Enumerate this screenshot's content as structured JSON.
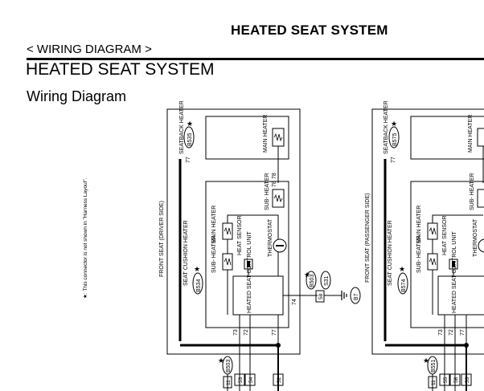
{
  "header": {
    "page_header": "HEATED SEAT SYSTEM",
    "breadcrumb": "< WIRING DIAGRAM >",
    "section_title": "HEATED SEAT SYSTEM",
    "sub_title": "Wiring Diagram"
  },
  "diagram": {
    "note": "★: This connector is not shown in \"Harness Layout\".",
    "driver": {
      "seat_label": "FRONT SEAT (DRIVER SIDE)",
      "seatback_heater": "SEATBACK HEATER",
      "seatback_conn": "B535",
      "main_heater": "MAIN HEATER",
      "sub_heater": "SUB- HEATER",
      "cushion_heater": "SEAT CUSHION HEATER",
      "cushion_conn": "B534",
      "cushion_main": "MAIN HEATER",
      "heat_sensor": "HEAT SENSOR",
      "cushion_sub": "SUB- HEATER",
      "thermostat": "THERMOSTAT",
      "control_unit": "HEATED SEAT CONTROL UNIT",
      "seatback_pins": [
        "77",
        "78",
        "78"
      ],
      "cushion_pins": [
        "73",
        "72",
        "77",
        "74"
      ],
      "side_conn": "B503",
      "side_conn2": "S31",
      "side_pin": "58",
      "ground": "B7",
      "lower_conn": "B503",
      "lower_pins": [
        "11",
        "53",
        "54",
        "52"
      ]
    },
    "passenger": {
      "seat_label": "FRONT SEAT (PASSENGER SIDE)",
      "seatback_heater": "SEATBACK HEATER",
      "seatback_conn": "B575",
      "main_heater": "MAIN HEATER",
      "sub_heater": "SUB- HEATER",
      "cushion_heater": "SEAT CUSHION HEATER",
      "cushion_conn": "B574",
      "cushion_main": "MAIN HEATER",
      "heat_sensor": "HEAT SENSOR",
      "cushion_sub": "SUB- HEATER",
      "thermostat": "THERMOSTAT",
      "control_unit": "HEATED SEAT CONTROL UNIT",
      "seatback_pins": [
        "77"
      ],
      "cushion_pins": [
        "73",
        "72",
        "77"
      ],
      "lower_conn": "B551",
      "lower_pins": [
        "11",
        "55",
        "58",
        "53"
      ]
    }
  }
}
